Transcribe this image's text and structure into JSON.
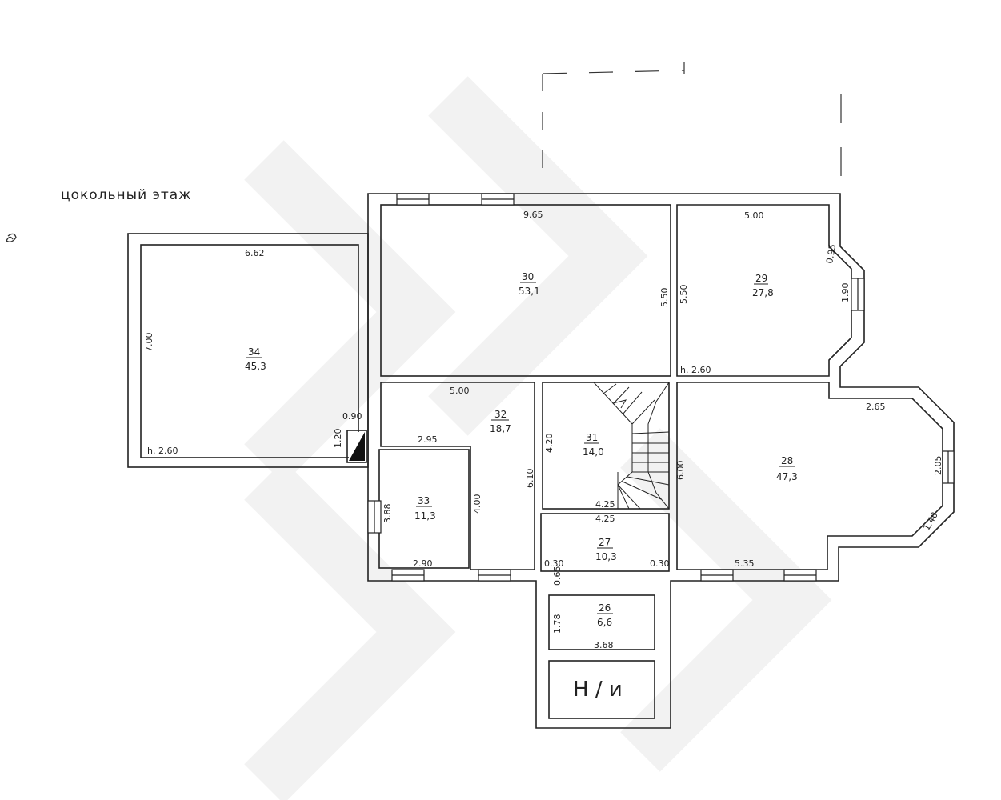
{
  "title": "цокольный этаж",
  "rooms": [
    {
      "number": "30",
      "area": "53,1"
    },
    {
      "number": "29",
      "area": "27,8"
    },
    {
      "number": "34",
      "area": "45,3"
    },
    {
      "number": "32",
      "area": "18,7"
    },
    {
      "number": "31",
      "area": "14,0"
    },
    {
      "number": "28",
      "area": "47,3"
    },
    {
      "number": "33",
      "area": "11,3"
    },
    {
      "number": "27",
      "area": "10,3"
    },
    {
      "number": "26",
      "area": "6,6"
    }
  ],
  "utility_label": "Н / и",
  "dimensions": {
    "d_965": "9.65",
    "d_500a": "5.00",
    "d_095": "0.95",
    "d_550a": "5.50",
    "d_550b": "5.50",
    "d_190": "1.90",
    "d_662": "6.62",
    "d_700": "7.00",
    "d_h260a": "h. 2.60",
    "d_h260b": "h. 2.60",
    "d_500b": "5.00",
    "d_265": "2.65",
    "d_295": "2.95",
    "d_420": "4.20",
    "d_610": "6.10",
    "d_600": "6.00",
    "d_205": "2.05",
    "d_090": "0.90",
    "d_120": "1.20",
    "d_388": "3.88",
    "d_400": "4.00",
    "d_425a": "4.25",
    "d_425b": "4.25",
    "d_140": "1.40",
    "d_290": "2.90",
    "d_030a": "0.30",
    "d_030b": "0.30",
    "d_535": "5.35",
    "d_065": "0.65",
    "d_178": "1.78",
    "d_368": "3.68"
  }
}
